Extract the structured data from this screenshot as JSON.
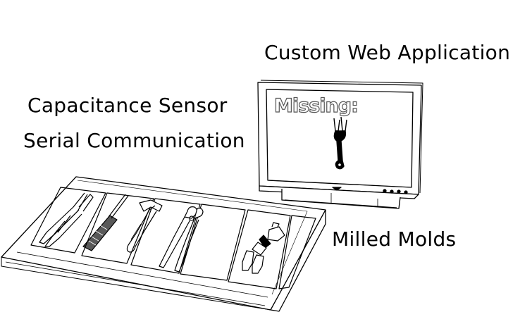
{
  "labels": {
    "web_app": "Custom Web Application",
    "capacitance": "Capacitance Sensor",
    "serial": "Serial Communication",
    "molds": "Milled Molds"
  },
  "screen": {
    "missing_text": "Missing:",
    "missing_tool_icon": "wrench-icon"
  },
  "tray_tools": [
    "pliers-icon",
    "screwdriver-icon",
    "hammer-icon",
    "wire-cutter-icon",
    "empty-slot",
    "crimper-icon"
  ]
}
